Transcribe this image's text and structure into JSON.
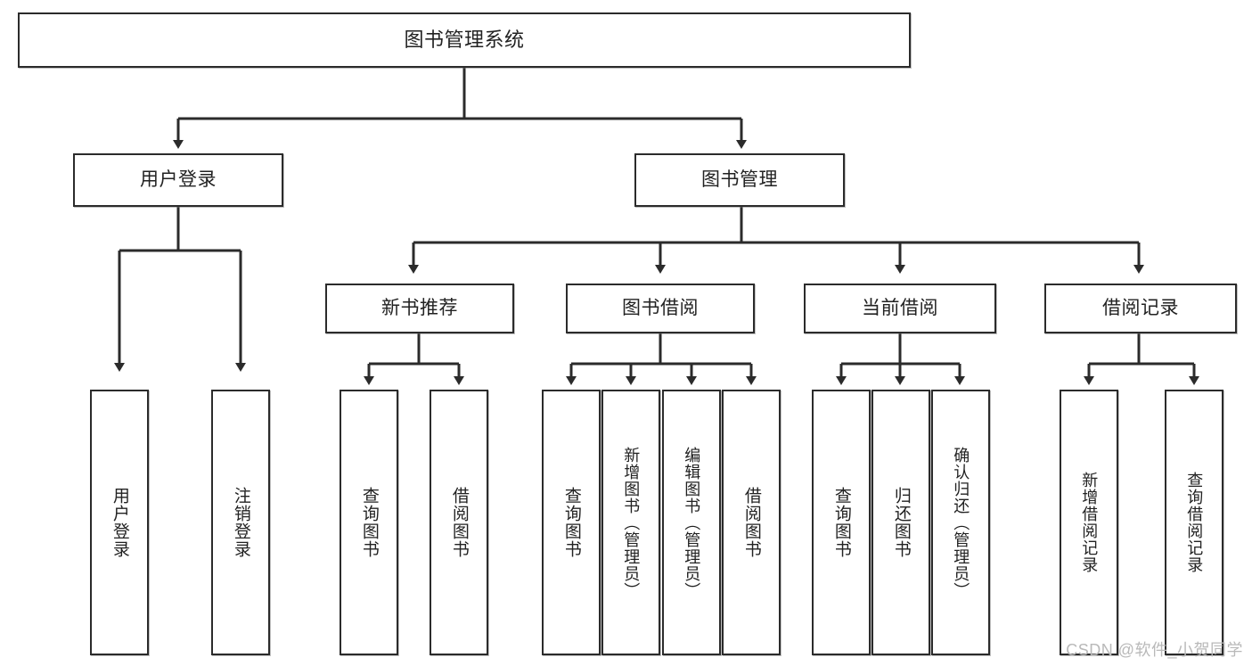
{
  "diagram": {
    "title": "图书管理系统",
    "type": "功能结构图",
    "watermark": "CSDN @软件_小贺同学",
    "colors": {
      "stroke": "#2b2b2b",
      "fill": "#ffffff",
      "text": "#222222",
      "watermark": "#b9b9b9"
    },
    "levels": {
      "root": {
        "label": "图书管理系统"
      },
      "level1": [
        {
          "id": "user-login",
          "label": "用户登录"
        },
        {
          "id": "book-manage",
          "label": "图书管理"
        }
      ],
      "level2": [
        {
          "id": "new-book-recommend",
          "label": "新书推荐",
          "parent": "book-manage"
        },
        {
          "id": "book-borrow",
          "label": "图书借阅",
          "parent": "book-manage"
        },
        {
          "id": "current-borrow",
          "label": "当前借阅",
          "parent": "book-manage"
        },
        {
          "id": "borrow-record",
          "label": "借阅记录",
          "parent": "book-manage"
        }
      ],
      "leaves": {
        "user-login": [
          {
            "id": "leaf-user-login",
            "label": "用户登录"
          },
          {
            "id": "leaf-user-logout",
            "label": "注销登录"
          }
        ],
        "new-book-recommend": [
          {
            "id": "leaf-query-book-1",
            "label": "查询图书"
          },
          {
            "id": "leaf-borrow-book-1",
            "label": "借阅图书"
          }
        ],
        "book-borrow": [
          {
            "id": "leaf-query-book-2",
            "label": "查询图书"
          },
          {
            "id": "leaf-add-book",
            "label": "新增图书（管理员）"
          },
          {
            "id": "leaf-edit-book",
            "label": "编辑图书（管理员）"
          },
          {
            "id": "leaf-borrow-book-2",
            "label": "借阅图书"
          }
        ],
        "current-borrow": [
          {
            "id": "leaf-query-book-3",
            "label": "查询图书"
          },
          {
            "id": "leaf-return-book",
            "label": "归还图书"
          },
          {
            "id": "leaf-confirm-return",
            "label": "确认归还（管理员）"
          }
        ],
        "borrow-record": [
          {
            "id": "leaf-add-record",
            "label": "新增借阅记录"
          },
          {
            "id": "leaf-query-record",
            "label": "查询借阅记录"
          }
        ]
      }
    }
  }
}
